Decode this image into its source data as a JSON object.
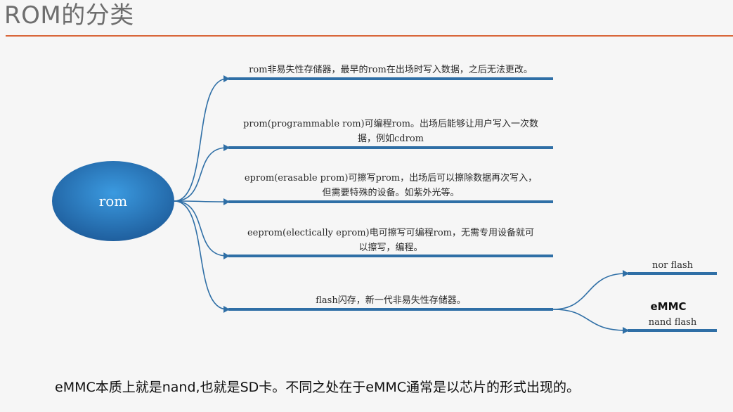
{
  "title": "ROM的分类",
  "diagram": {
    "root": "rom",
    "branches": [
      {
        "lines": [
          "rom非易失性存储器，最早的rom在出场时写入数据，之后无法更改。"
        ]
      },
      {
        "lines": [
          "prom(programmable rom)可编程rom。出场后能够让用户写入一次数",
          "据，例如cdrom"
        ]
      },
      {
        "lines": [
          "eprom(erasable prom)可擦写prom，出场后可以擦除数据再次写入，",
          "但需要特殊的设备。如紫外光等。"
        ]
      },
      {
        "lines": [
          "eeprom(electically eprom)电可擦写可编程rom，无需专用设备就可",
          "以擦写，编程。"
        ]
      },
      {
        "lines": [
          "flash闪存，新一代非易失性存储器。"
        ]
      }
    ],
    "sub_branches": [
      {
        "lines": [
          "nor flash"
        ]
      },
      {
        "lines": [
          "nand flash"
        ]
      }
    ],
    "annotation": "eMMC"
  },
  "footer": "eMMC本质上就是nand,也就是SD卡。不同之处在于eMMC通常是以芯片的形式出现的。",
  "colors": {
    "accent_rule": "#d9663a",
    "branch_line": "#2f6fa6",
    "root_fill": "#2a7cc4"
  }
}
